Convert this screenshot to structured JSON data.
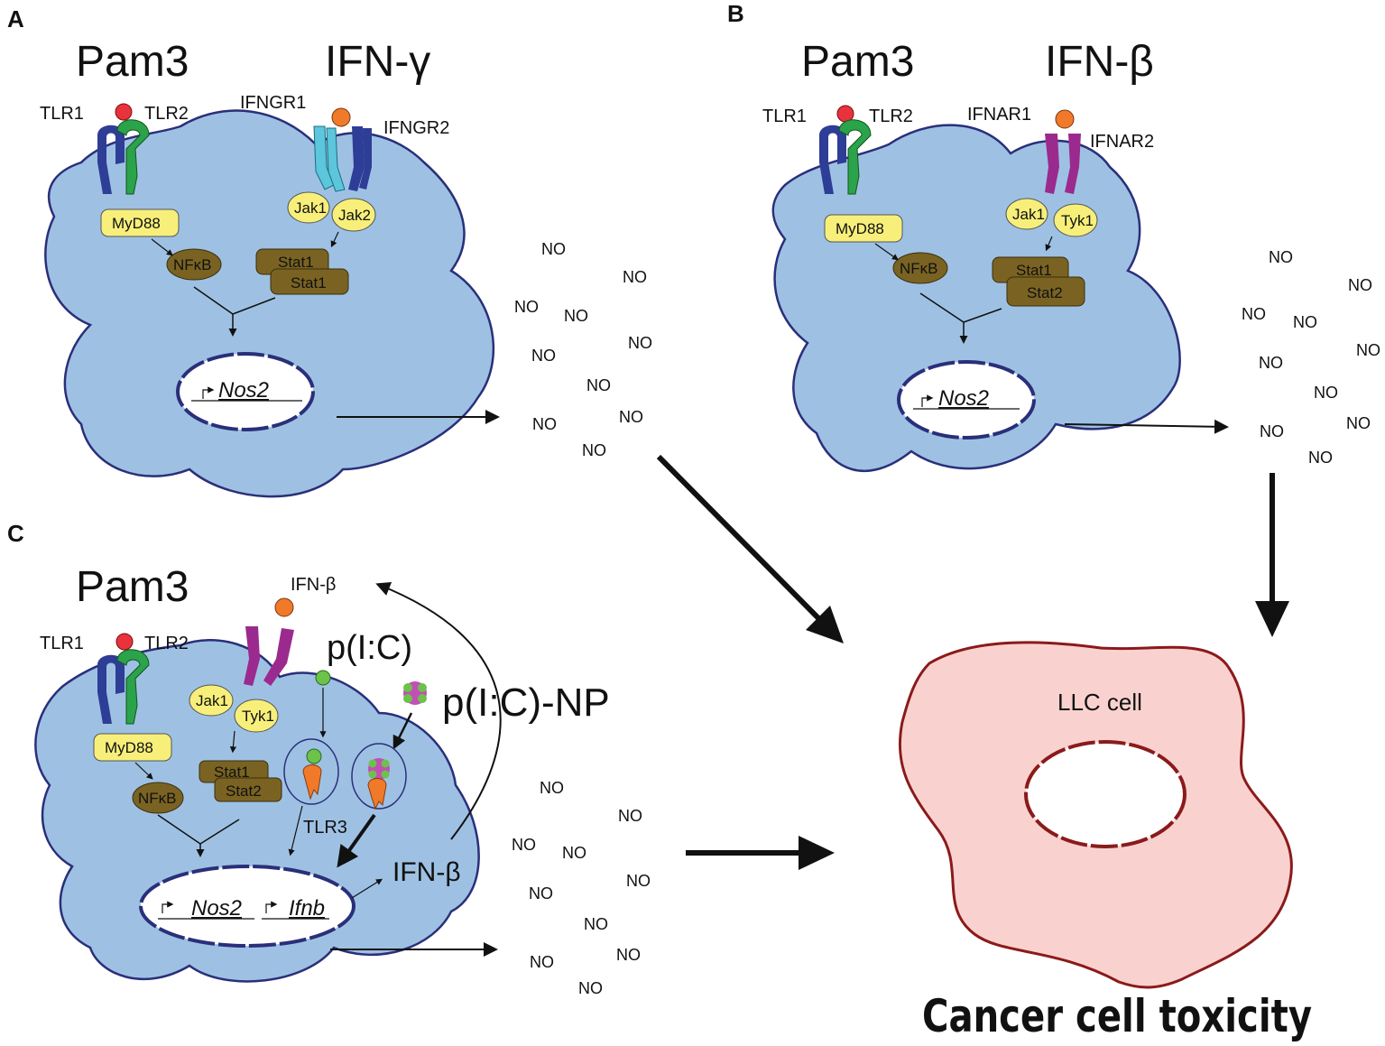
{
  "panels": {
    "a": {
      "letter": "A",
      "ligand1": "Pam3",
      "ligand2": "IFN-γ",
      "tlr1": "TLR1",
      "tlr2": "TLR2",
      "rec1": "IFNGR1",
      "rec2": "IFNGR2",
      "myd88": "MyD88",
      "nfkb": "NFκB",
      "jak1": "Jak1",
      "jak2": "Jak2",
      "stat_top": "Stat1",
      "stat_bottom": "Stat1",
      "gene": "Nos2"
    },
    "b": {
      "letter": "B",
      "ligand1": "Pam3",
      "ligand2": "IFN-β",
      "tlr1": "TLR1",
      "tlr2": "TLR2",
      "rec1": "IFNAR1",
      "rec2": "IFNAR2",
      "myd88": "MyD88",
      "nfkb": "NFκB",
      "jak1": "Jak1",
      "tyk": "Tyk1",
      "stat_top": "Stat1",
      "stat_bottom": "Stat2",
      "gene": "Nos2"
    },
    "c": {
      "letter": "C",
      "ligand1": "Pam3",
      "ifnb_top": "IFN-β",
      "tlr1": "TLR1",
      "tlr2": "TLR2",
      "pic": "p(I:C)",
      "pic_np": "p(I:C)-NP",
      "myd88": "MyD88",
      "nfkb": "NFκB",
      "jak1": "Jak1",
      "tyk": "Tyk1",
      "stat_top": "Stat1",
      "stat_bottom": "Stat2",
      "tlr3": "TLR3",
      "ifnb_out": "IFN-β",
      "gene1": "Nos2",
      "gene2": "Ifnb"
    }
  },
  "no_label": "NO",
  "llc_label": "LLC cell",
  "toxicity_label": "Cancer cell toxicity",
  "colors": {
    "cell": "#9ec1e3",
    "llc": "#f9d2d0",
    "llc_stroke": "#8b1a1a",
    "tlr1": "#2e3d96",
    "tlr2": "#2aa34a",
    "ifngr1": "#5bc6dc",
    "ifnar": "#9b2a8e",
    "ligand_red": "#e8323c",
    "ligand_orange": "#f07a2a",
    "pic_green": "#6cc24a",
    "tlr3": "#f07a2a"
  }
}
